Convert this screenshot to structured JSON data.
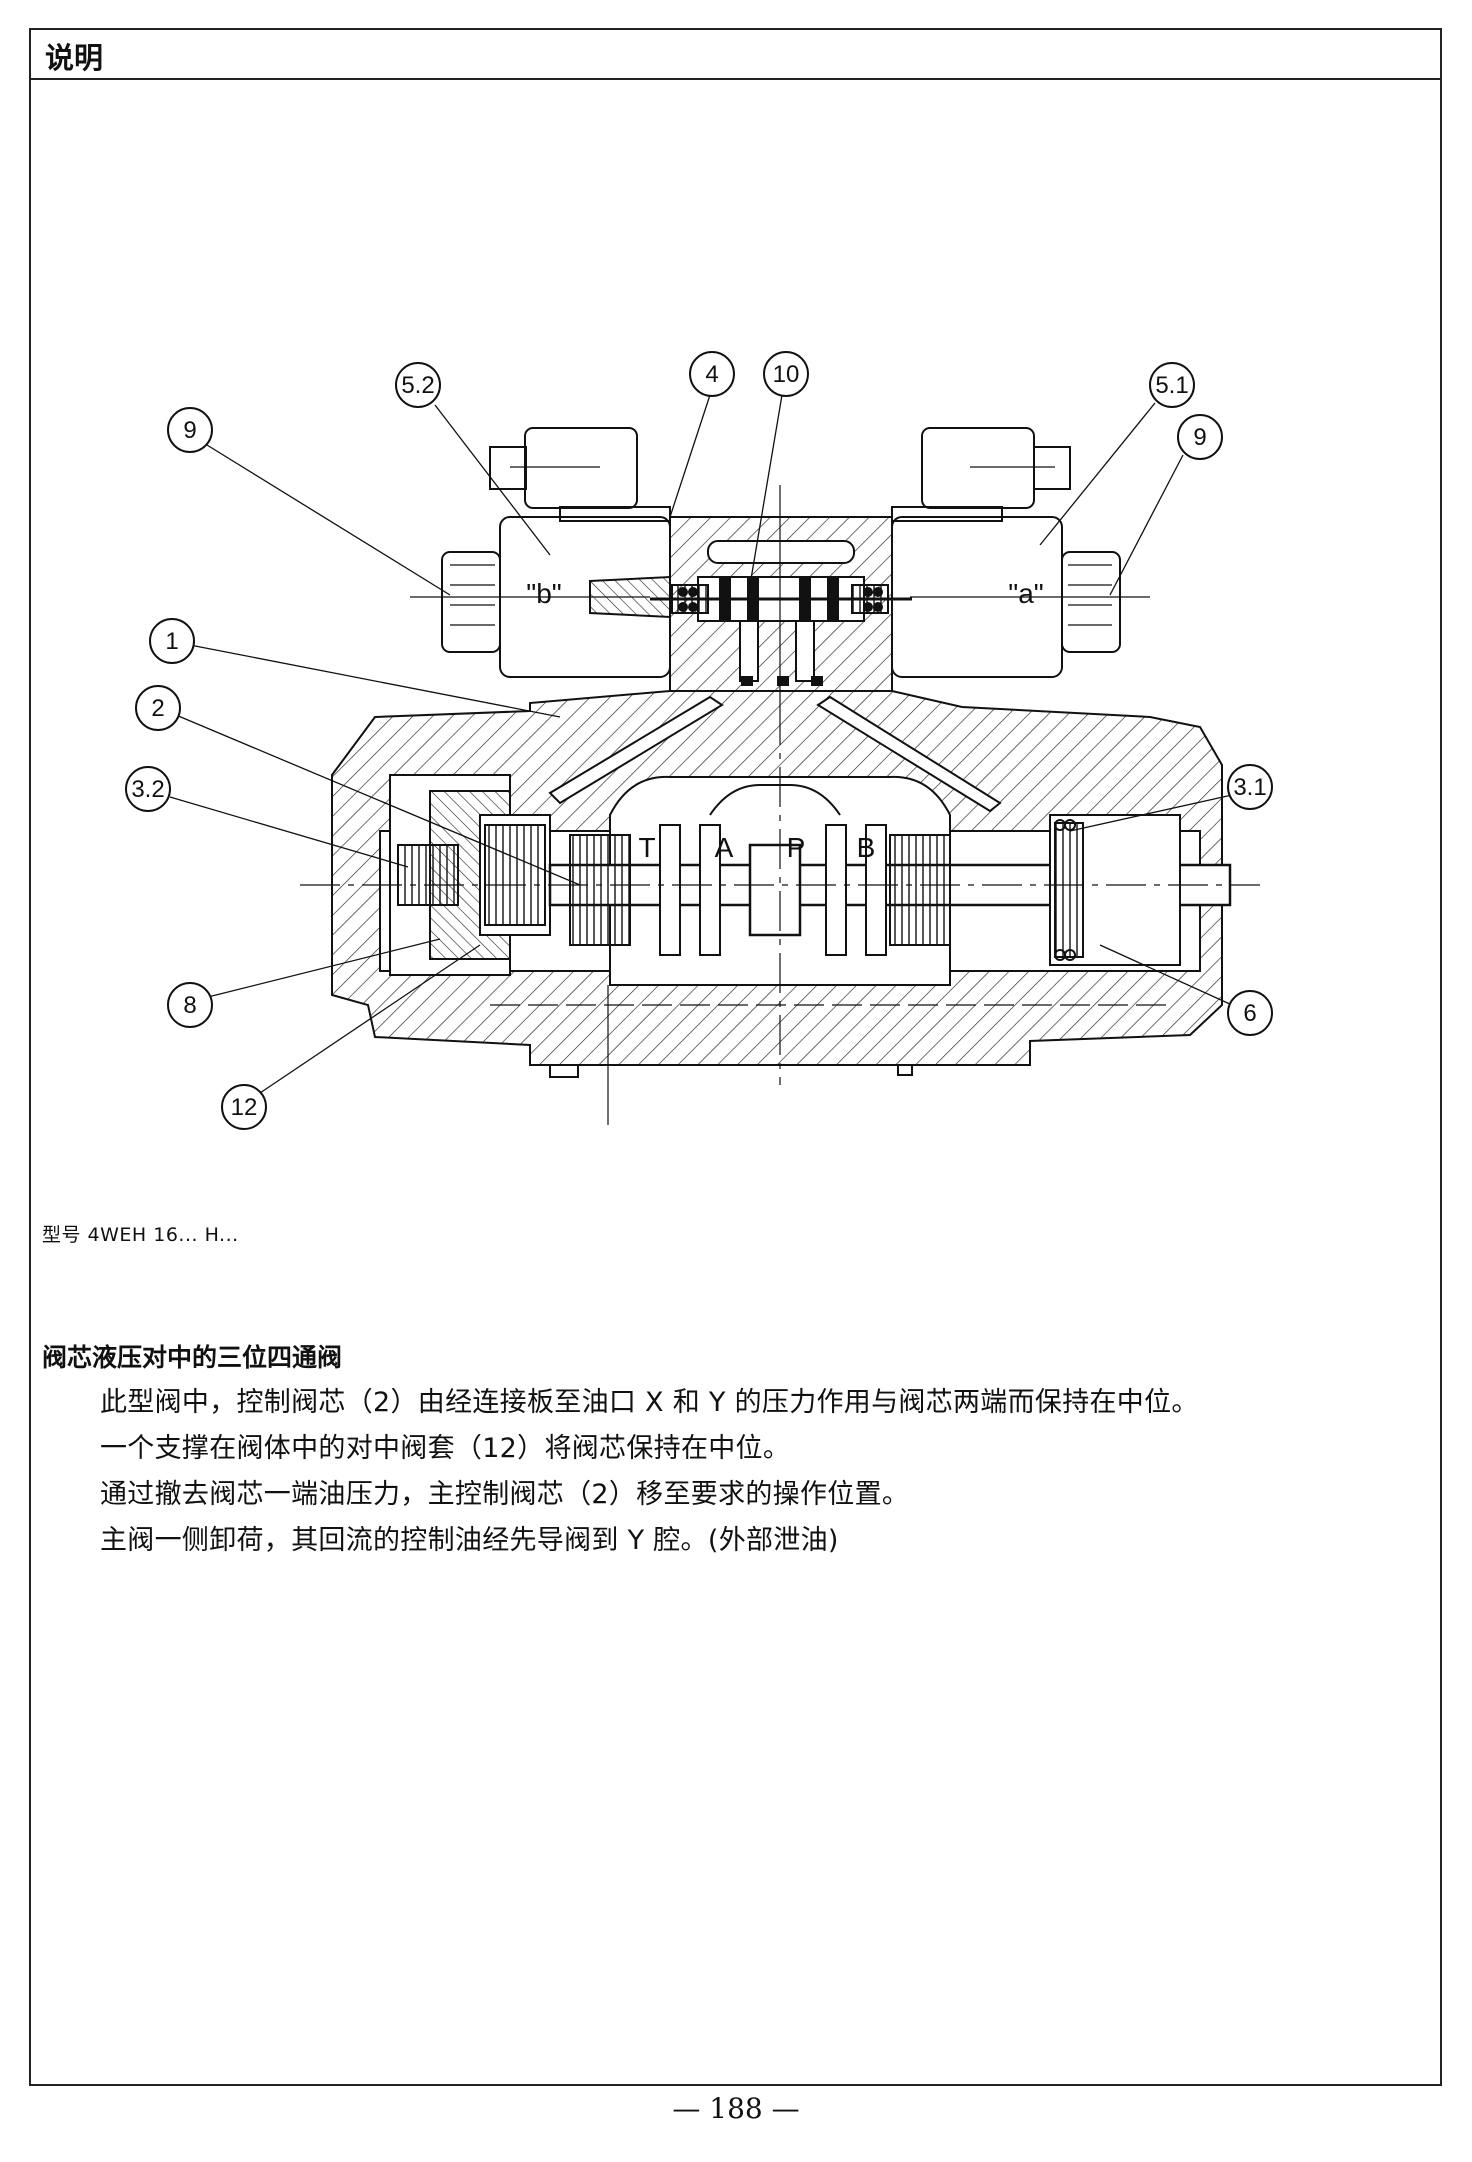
{
  "header": {
    "title": "说明"
  },
  "figure": {
    "callouts": [
      "5.2",
      "4",
      "10",
      "5.1",
      "9",
      "9",
      "1",
      "2",
      "3.2",
      "3.1",
      "8",
      "6",
      "12"
    ],
    "solenoid_labels": {
      "b": "\"b\"",
      "a": "\"a\""
    },
    "port_labels": [
      "T",
      "A",
      "P",
      "B"
    ]
  },
  "caption": "型号 4WEH 16... H...",
  "section": {
    "title": "阀芯液压对中的三位四通阀",
    "paragraphs": [
      "此型阀中，控制阀芯（2）由经连接板至油口 X 和 Y 的压力作用与阀芯两端而保持在中位。",
      "一个支撑在阀体中的对中阀套（12）将阀芯保持在中位。",
      "通过撤去阀芯一端油压力，主控制阀芯（2）移至要求的操作位置。",
      "主阀一侧卸荷，其回流的控制油经先导阀到 Y 腔。(外部泄油)"
    ]
  },
  "footer": {
    "page_number": "— 188 —"
  }
}
